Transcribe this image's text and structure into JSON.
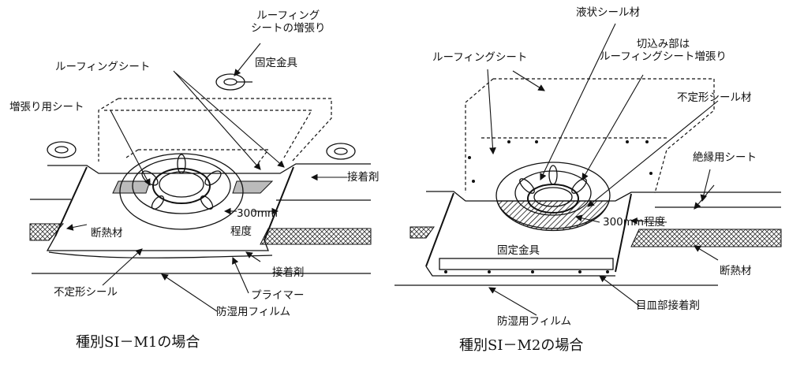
{
  "figure_left": {
    "caption": "種別SI－M1の場合",
    "labels": {
      "roofing_extra": "ルーフィング\nシートの増張り",
      "fixing_metal": "固定金具",
      "roofing_sheet": "ルーフィングシート",
      "extra_sheet": "増張り用シート",
      "adhesive_top": "接着剤",
      "width": "300mm",
      "degree": "程度",
      "insulation": "断熱材",
      "adhesive_bottom": "接着剤",
      "amorphous_seal": "不定形シール",
      "primer": "プライマー",
      "vapor_film": "防湿用フィルム"
    }
  },
  "figure_right": {
    "caption": "種別SI－M2の場合",
    "labels": {
      "liquid_seal": "液状シール材",
      "cut_part": "切込み部は\nルーフィングシート増張り",
      "roofing_sheet": "ルーフィングシート",
      "amorphous_seal": "不定形シール材",
      "insulating_sheet": "絶縁用シート",
      "width": "300mm程度",
      "fixing_metal": "固定金具",
      "insulation": "断熱材",
      "joint_adhesive": "目皿部接着剤",
      "vapor_film": "防湿用フィルム"
    }
  }
}
